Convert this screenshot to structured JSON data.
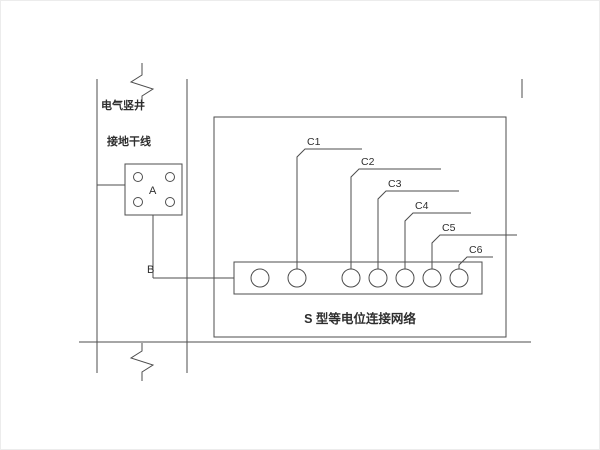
{
  "diagram": {
    "title": "S 型等电位连接网络",
    "shaft_label": "电气竖井",
    "ground_trunk_label": "接地干线",
    "junction_box_label": "A",
    "tap_point_label": "B",
    "terminal_labels": [
      "C1",
      "C2",
      "C3",
      "C4",
      "C5",
      "C6"
    ],
    "colors": {
      "line": "#4d4d4d",
      "text": "#2e2e2e",
      "background": "#ffffff"
    }
  }
}
